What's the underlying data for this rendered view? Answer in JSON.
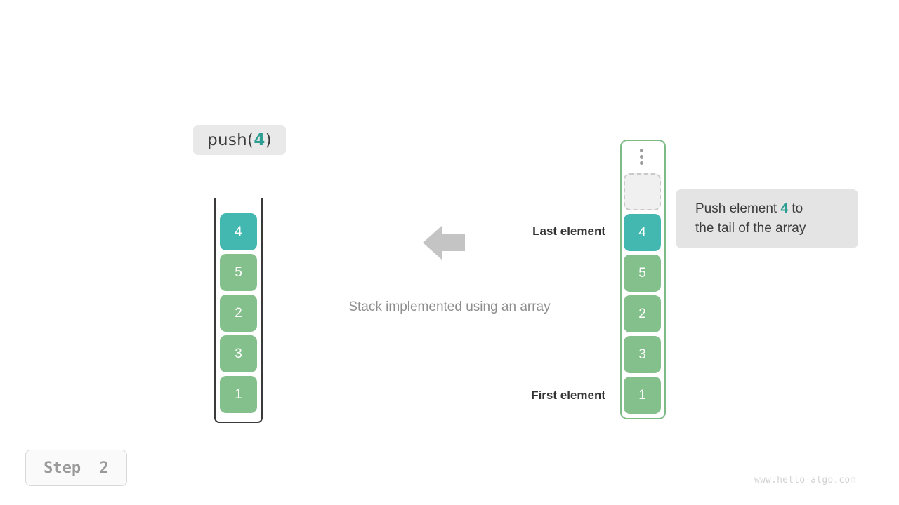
{
  "operation": {
    "prefix": "push(",
    "argument": "4",
    "suffix": ")"
  },
  "stack": {
    "caption": "Stack implemented using an array",
    "last_element_label": "Last element",
    "first_element_label": "First element",
    "arrow_icon": "arrow-left-icon",
    "cells": [
      {
        "value": "4",
        "state": "teal"
      },
      {
        "value": "5",
        "state": "green"
      },
      {
        "value": "2",
        "state": "green"
      },
      {
        "value": "3",
        "state": "green"
      },
      {
        "value": "1",
        "state": "green"
      }
    ]
  },
  "array": {
    "ellipsis_icon": "vertical-ellipsis-icon",
    "placeholder_value": "",
    "cells": [
      {
        "value": "4",
        "state": "teal"
      },
      {
        "value": "5",
        "state": "green"
      },
      {
        "value": "2",
        "state": "green"
      },
      {
        "value": "3",
        "state": "green"
      },
      {
        "value": "1",
        "state": "green"
      }
    ]
  },
  "note": {
    "line1_before": "Push element ",
    "line1_highlight": "4",
    "line1_after": " to",
    "line2": "the tail of the array"
  },
  "step": {
    "label": "Step  2"
  },
  "watermark": {
    "text": "www.hello-algo.com"
  },
  "colors": {
    "teal": "#43b8b0",
    "green": "#83c08b",
    "accent_text": "#2e9e93",
    "chip_bg": "#e9e9e9",
    "note_bg": "#e4e4e4",
    "frame_stroke": "#3a3a3a",
    "array_stroke": "#7cbb86",
    "arrow": "#c4c4c4"
  }
}
